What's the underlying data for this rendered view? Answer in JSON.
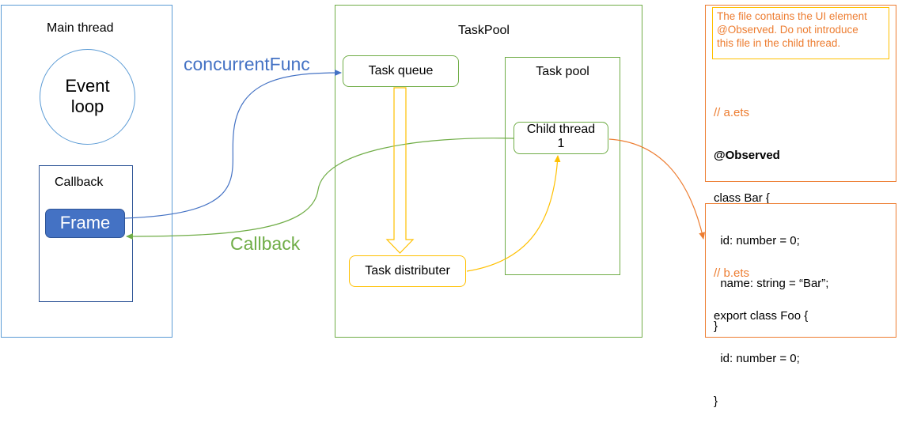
{
  "main_thread": {
    "title": "Main thread",
    "event_loop_line1": "Event",
    "event_loop_line2": "loop",
    "callback_title": "Callback",
    "frame_label": "Frame"
  },
  "edges": {
    "concurrent_func": "concurrentFunc",
    "callback": "Callback"
  },
  "taskpool": {
    "title": "TaskPool",
    "task_queue": "Task queue",
    "task_pool": "Task pool",
    "child_thread_line1": "Child thread",
    "child_thread_line2": "1",
    "task_distributer": "Task distributer"
  },
  "notes": {
    "warning": [
      "The file contains the UI element",
      "@Observed. Do not introduce",
      "this file in the child thread."
    ],
    "a_ets": {
      "comment": "// a.ets",
      "decorator": "@Observed",
      "lines": [
        "class Bar {",
        "  id: number = 0;",
        "  name: string = “Bar”;",
        "}"
      ]
    },
    "b_ets": {
      "comment": "// b.ets",
      "lines": [
        "export class Foo {",
        "  id: number = 0;",
        "}"
      ]
    }
  },
  "colors": {
    "blue": "#4472c4",
    "green": "#70ad47",
    "yellow": "#ffc000",
    "orange": "#ed7d31"
  }
}
